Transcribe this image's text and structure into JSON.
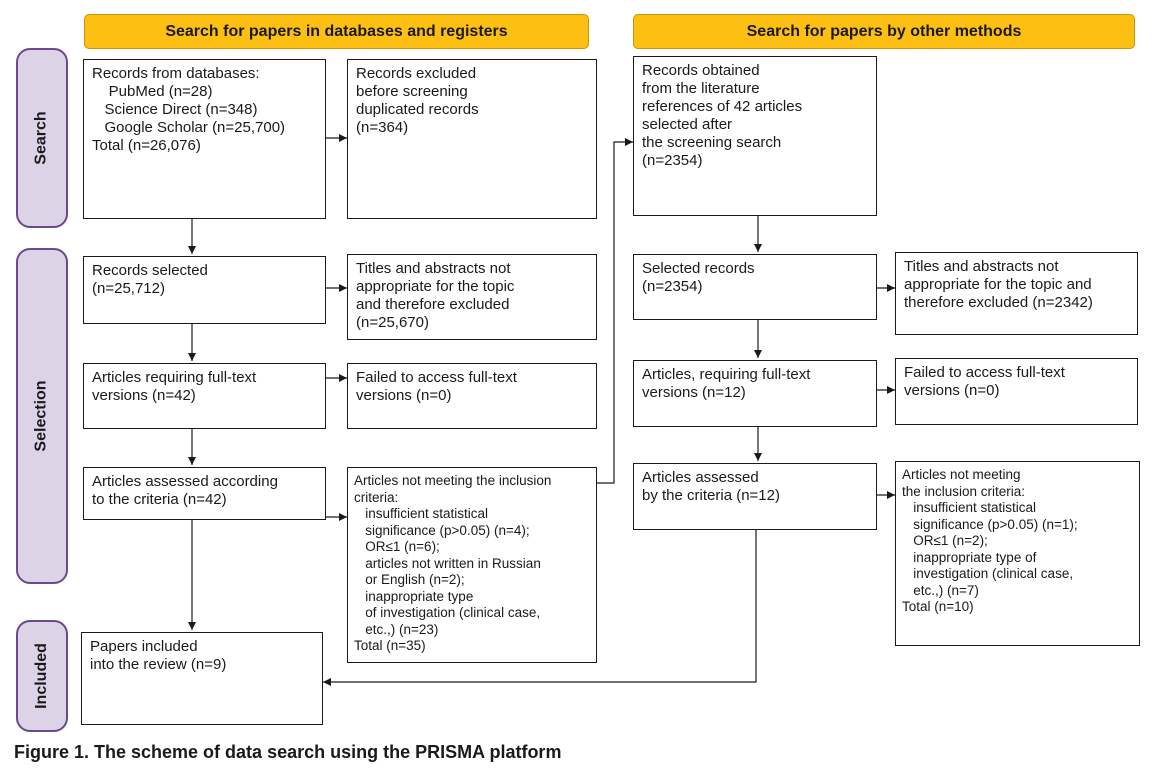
{
  "headers": {
    "left": "Search for papers in databases and registers",
    "right": "Search for papers by other methods"
  },
  "phases": {
    "search": "Search",
    "selection": "Selection",
    "included": "Included"
  },
  "boxes": {
    "db_records": [
      "Records from databases:",
      "    PubMed (n=28)",
      "   Science Direct (n=348)",
      "   Google Scholar (n=25,700)",
      "Total (n=26,076)"
    ],
    "excluded_before_screening": [
      "Records excluded",
      "before screening",
      "duplicated records",
      "(n=364)"
    ],
    "records_selected": [
      "Records selected",
      "(n=25,712)"
    ],
    "titles_excluded_left": [
      "Titles and abstracts not",
      "appropriate for the topic",
      "and therefore excluded",
      "(n=25,670)"
    ],
    "fulltext_required_left": [
      "Articles requiring full-text",
      "versions (n=42)"
    ],
    "failed_access_left": [
      "Failed to access full-text",
      "versions (n=0)"
    ],
    "assessed_left": [
      "Articles assessed according",
      "to the criteria (n=42)"
    ],
    "not_meeting_left": [
      "Articles not meeting the inclusion",
      "criteria:",
      "   insufficient statistical",
      "   significance (p>0.05) (n=4);",
      "   OR≤1 (n=6);",
      "   articles not written in Russian",
      "   or English (n=2);",
      "   inappropriate type",
      "   of investigation (clinical case,",
      "   etc.,) (n=23)",
      "Total (n=35)"
    ],
    "included_review": [
      "Papers included",
      "into the review (n=9)"
    ],
    "other_records": [
      "Records obtained",
      "from the literature",
      "references of 42 articles",
      "selected after",
      "the screening search",
      "(n=2354)"
    ],
    "selected_records_right": [
      "Selected records",
      "(n=2354)"
    ],
    "titles_excluded_right": [
      "Titles and abstracts not",
      "appropriate for the topic and",
      "therefore excluded (n=2342)"
    ],
    "fulltext_required_right": [
      "Articles, requiring full-text",
      "versions (n=12)"
    ],
    "failed_access_right": [
      "Failed to access full-text",
      "versions (n=0)"
    ],
    "assessed_right": [
      "Articles assessed",
      "by the criteria (n=12)"
    ],
    "not_meeting_right": [
      "Articles not meeting",
      "the inclusion criteria:",
      "   insufficient statistical",
      "   significance (p>0.05) (n=1);",
      "   OR≤1 (n=2);",
      "   inappropriate type of",
      "   investigation (clinical case,",
      "   etc.,) (n=7)",
      "Total (n=10)"
    ]
  },
  "caption": "Figure 1. The scheme of data search using the PRISMA platform",
  "colors": {
    "header_fill": "#fdbf12",
    "phase_fill": "#dcd3e6",
    "phase_border": "#6a4a8e",
    "line": "#1a1a1a"
  }
}
